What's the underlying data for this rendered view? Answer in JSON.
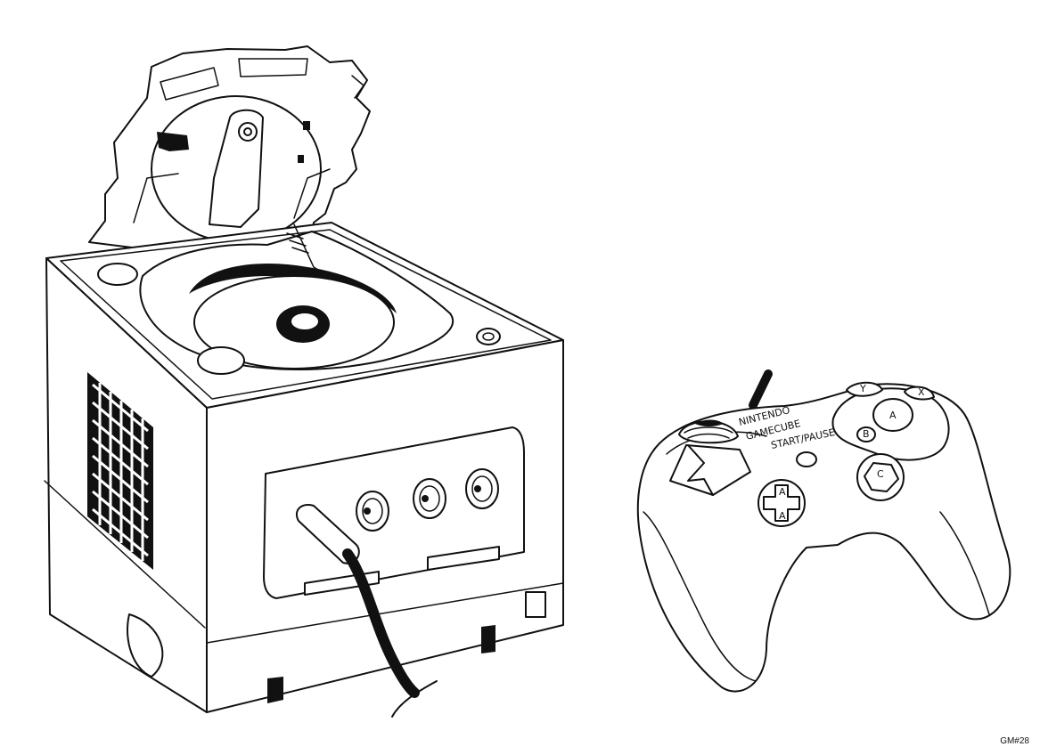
{
  "artwork": {
    "subject": "gamecube-console-and-controller",
    "style": "black line art coloring page",
    "colors": {
      "ink": "#111111",
      "paper": "#ffffff"
    }
  },
  "controller": {
    "brand_line1": "NINTENDO",
    "brand_line2": "GAMECUBE",
    "start_label": "START/PAUSE",
    "button_a": "A",
    "button_b": "B",
    "button_x": "X",
    "button_y": "Y",
    "c_stick_label": "C"
  },
  "catalog_code": "GM#28"
}
